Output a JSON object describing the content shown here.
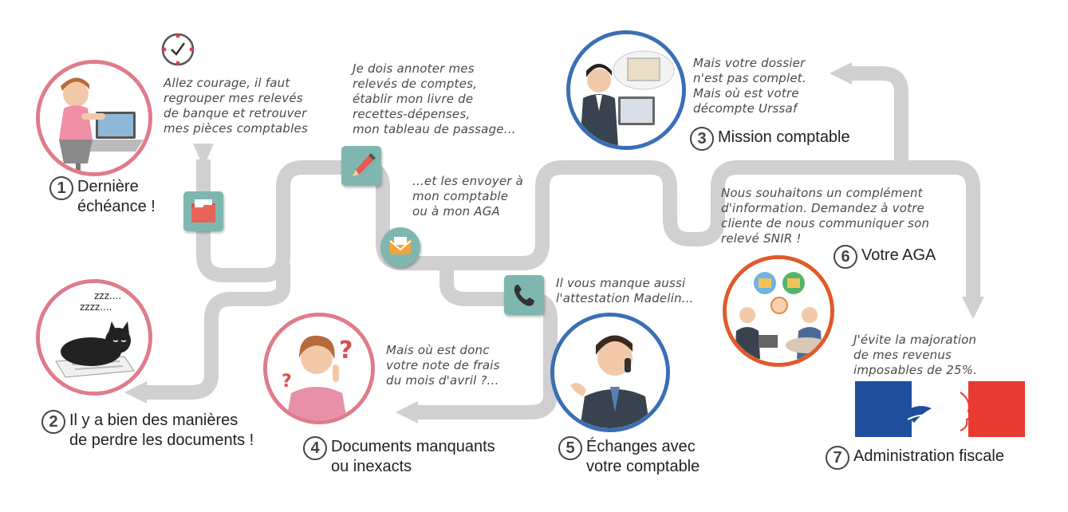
{
  "colors": {
    "path": "#d0d0d0",
    "pink_ring": "#e07b8a",
    "blue_ring": "#3a6fb5",
    "orange_ring": "#e05a2b",
    "tile": "#7fb7b0",
    "flag_blue": "#1f4e9e",
    "flag_red": "#e83a30"
  },
  "steps": [
    {
      "number": "1",
      "label_lines": [
        "Dernière",
        "échéance !"
      ],
      "icon": "woman-at-desk"
    },
    {
      "number": "2",
      "label_lines": [
        "Il y a bien des manières",
        "de perdre les documents !"
      ],
      "icon": "sleeping-cat"
    },
    {
      "number": "3",
      "label_lines": [
        "Mission comptable"
      ],
      "icon": "accountant-at-computer"
    },
    {
      "number": "4",
      "label_lines": [
        "Documents manquants",
        "ou inexacts"
      ],
      "icon": "confused-woman"
    },
    {
      "number": "5",
      "label_lines": [
        "Échanges avec",
        "votre comptable"
      ],
      "icon": "man-on-phone"
    },
    {
      "number": "6",
      "label_lines": [
        "Votre AGA"
      ],
      "icon": "two-people-exchanging-files"
    },
    {
      "number": "7",
      "label_lines": [
        "Administration fiscale"
      ],
      "icon": "marianne-logo"
    }
  ],
  "zzz": [
    "zzz....",
    "zzzz...."
  ],
  "quotes": {
    "q1": [
      "Allez courage, il faut",
      "regrouper mes relevés",
      "de banque et retrouver",
      "mes pièces comptables"
    ],
    "q2": [
      "Je dois annoter mes",
      "relevés de comptes,",
      "établir mon livre de",
      "recettes-dépenses,",
      "mon tableau de passage..."
    ],
    "q3": [
      "...et les envoyer à",
      "mon comptable",
      "ou à mon AGA"
    ],
    "q4": [
      "Mais votre dossier",
      "n'est pas complet.",
      "Mais où est votre",
      "décompte Urssaf"
    ],
    "q5": [
      "Nous souhaitons un complément",
      "d'information. Demandez à votre",
      "cliente de nous communiquer son",
      "relevé SNIR !"
    ],
    "q6": [
      "Il vous manque  aussi",
      "l'attestation Madelin..."
    ],
    "q7": [
      "Mais où est donc",
      "votre note de frais",
      "du mois d'avril ?..."
    ],
    "q8": [
      "J'évite la majoration",
      "de mes revenus",
      "imposables de 25%."
    ]
  },
  "tiles": [
    {
      "icon": "folder-icon"
    },
    {
      "icon": "pencil-icon"
    },
    {
      "icon": "envelope-icon"
    },
    {
      "icon": "phone-icon"
    }
  ],
  "floating_icon": "clock-icon"
}
